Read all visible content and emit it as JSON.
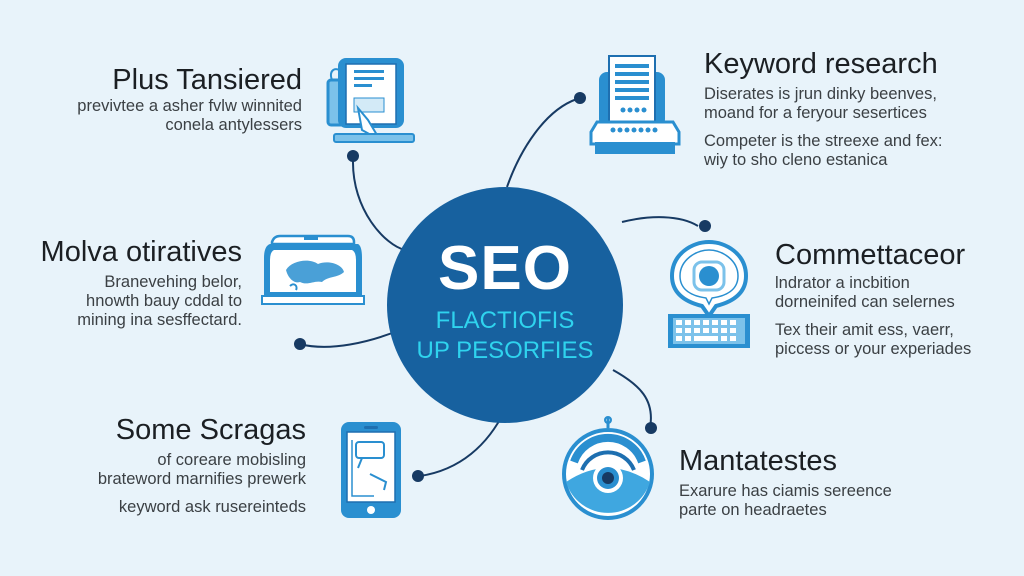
{
  "hub": {
    "title": "SEO",
    "subtitle_line1": "FLACTIOFIS",
    "subtitle_line2": "UP PESORFIES"
  },
  "colors": {
    "background": "#e8f3fa",
    "hub": "#17619f",
    "hub_subtitle": "#2fd3ee",
    "icon_primary": "#2a8fd0",
    "icon_light": "#7cc2ea",
    "connector": "#173a63"
  },
  "nodes": [
    {
      "id": "plus-tansiered",
      "position": "top-left",
      "icon": "document-computer-icon",
      "heading": "Plus Tansiered",
      "lines": [
        "previvtee a asher fvlw winnited",
        "conela antylessers"
      ]
    },
    {
      "id": "keyword-research",
      "position": "top-right",
      "icon": "document-printer-icon",
      "heading": "Keyword research",
      "lines": [
        "Diserates is jrun dinky beenves,",
        "moand for a feryour sesertices"
      ],
      "lines2": [
        "Competer is the streexe and fex:",
        "wiy to sho cleno estanica"
      ]
    },
    {
      "id": "molva-otiratives",
      "position": "middle-left",
      "icon": "world-map-monitor-icon",
      "heading": "Molva otiratives",
      "lines": [
        "Branevehing belor,",
        "hnowth bauy cddal to",
        "mining ina sesffectard."
      ]
    },
    {
      "id": "commettaceor",
      "position": "middle-right",
      "icon": "keyboard-badge-icon",
      "heading": "Commettaceor",
      "lines": [
        "lndrator a incbition",
        "dorneinifed can selernes"
      ],
      "lines2": [
        "Tex their amit ess, vaerr,",
        "picсess or your experiades"
      ]
    },
    {
      "id": "some-scragas",
      "position": "bottom-left",
      "icon": "mobile-phone-icon",
      "heading": "Some Scragas",
      "lines": [
        "of coreare mobisling",
        "brateword marnifies prewerk"
      ],
      "lines2": [
        "keyword ask rusereinteds"
      ]
    },
    {
      "id": "mantatestes",
      "position": "bottom-right",
      "icon": "eye-target-icon",
      "heading": "Mantatestes",
      "lines": [
        "Exarure has ciamis sereence",
        "parte on headraetes"
      ]
    }
  ]
}
